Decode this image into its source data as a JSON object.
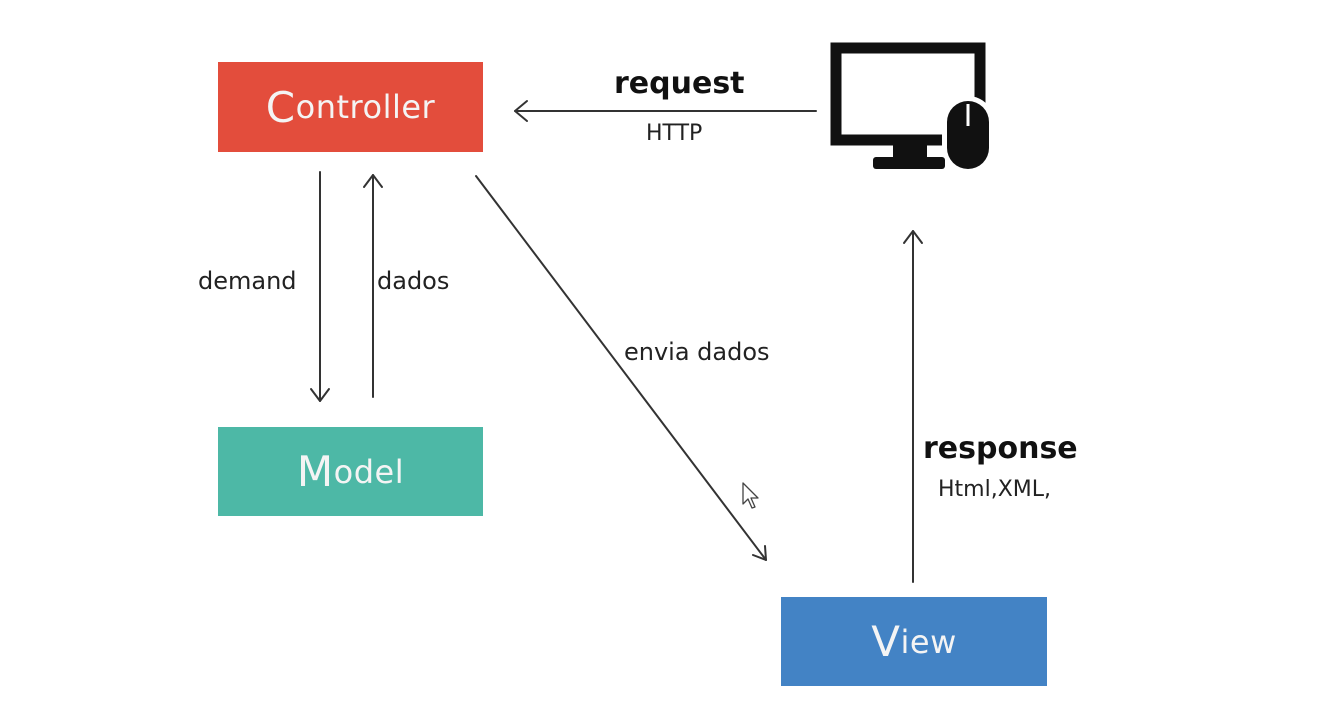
{
  "colors": {
    "controller": "#e34d3c",
    "model": "#4db8a6",
    "view": "#4383c5",
    "line": "#333333",
    "monitor": "#111111"
  },
  "nodes": {
    "controller": {
      "initial": "C",
      "rest": "ontroller"
    },
    "model": {
      "initial": "M",
      "rest": "odel"
    },
    "view": {
      "initial": "V",
      "rest": "iew"
    }
  },
  "edges": {
    "request": {
      "label": "request",
      "sublabel": "HTTP"
    },
    "demand": {
      "label": "demand"
    },
    "dados": {
      "label": "dados"
    },
    "envia": {
      "label": "envia dados"
    },
    "response": {
      "label": "response",
      "sublabel": "Html,XML,"
    }
  },
  "icons": {
    "computer": "computer-monitor-with-mouse-icon",
    "cursor": "mouse-pointer-icon"
  }
}
